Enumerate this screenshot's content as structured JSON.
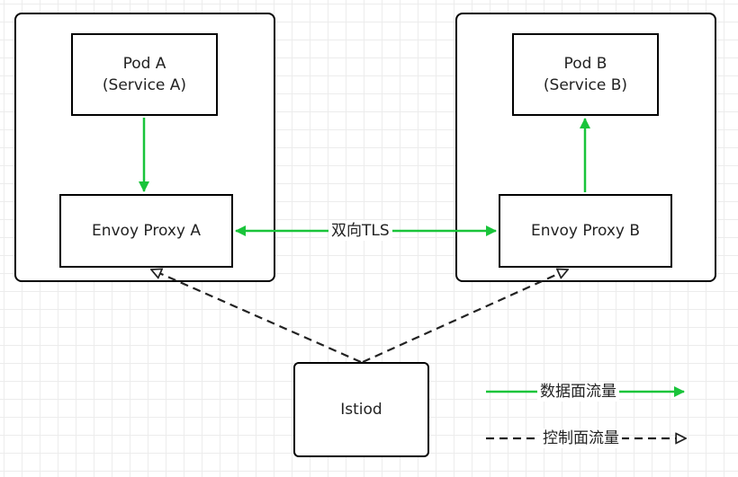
{
  "nodes": {
    "pod_a": {
      "line1": "Pod A",
      "line2": "(Service A)"
    },
    "pod_b": {
      "line1": "Pod B",
      "line2": "(Service B)"
    },
    "envoy_a": {
      "label": "Envoy Proxy A"
    },
    "envoy_b": {
      "label": "Envoy Proxy B"
    },
    "istiod": {
      "label": "Istiod"
    }
  },
  "edges": {
    "mtls_label": "双向TLS"
  },
  "legend": {
    "data_plane": "数据面流量",
    "control_plane": "控制面流量"
  },
  "colors": {
    "data_plane": "#19c43a",
    "control_plane": "#222222"
  }
}
